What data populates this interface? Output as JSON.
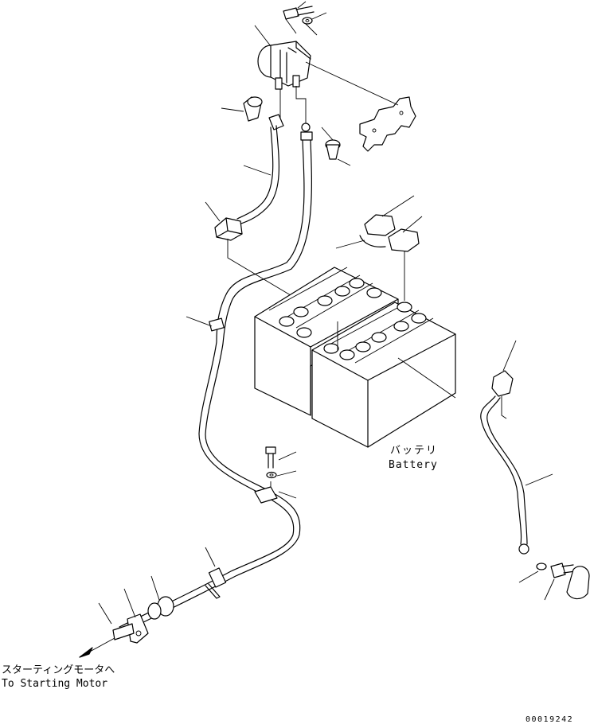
{
  "labels": {
    "battery_ja": "バッテリ",
    "battery_en": "Battery",
    "starter_ja": "スターティングモータへ",
    "starter_en": "To Starting Motor",
    "drawing_number": "00019242"
  },
  "colors": {
    "line": "#000000",
    "background": "#ffffff"
  }
}
